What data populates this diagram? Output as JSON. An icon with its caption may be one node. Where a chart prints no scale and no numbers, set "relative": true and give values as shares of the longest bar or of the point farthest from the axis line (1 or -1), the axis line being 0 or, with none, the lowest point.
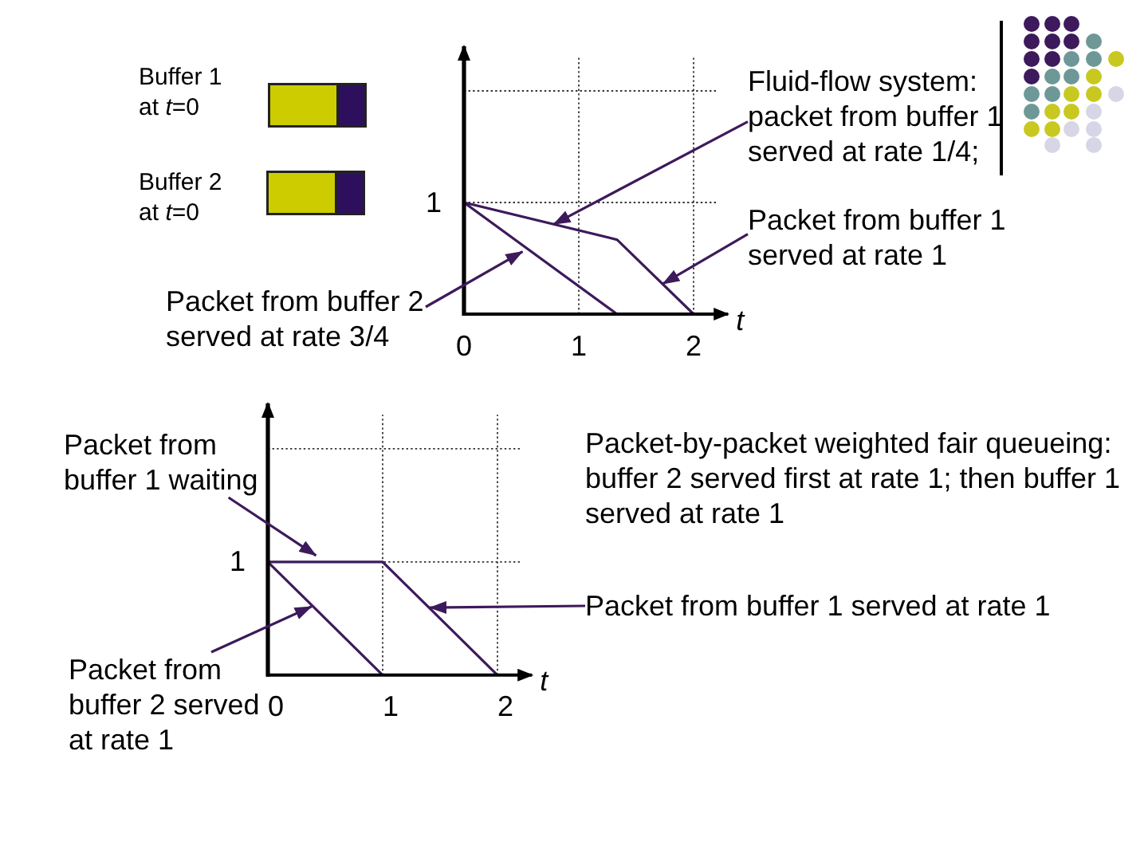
{
  "diagram": {
    "nodes": [
      {
        "text": [
          "Fluid-flow system: packet from buffer 1 served at rate 1/4;"
        ]
      },
      {
        "text": [
          "Packet from buffer 1 served at rate 1"
        ]
      },
      {
        "text": [
          "Packet from buffer 2 served at rate 3/4"
        ]
      },
      {
        "text": [
          "Packet from buffer 1 waiting"
        ]
      },
      {
        "text": [
          "Packet from buffer 1 served at rate 1"
        ]
      },
      {
        "text": [
          "Packet from buffer 2 served at rate 1"
        ]
      }
    ],
    "edges": [
      {
        "from": 0,
        "to": null,
        "arrow": "to"
      },
      {
        "from": 1,
        "to": null,
        "arrow": "to"
      },
      {
        "from": 2,
        "to": null,
        "arrow": "to"
      },
      {
        "from": 3,
        "to": null,
        "arrow": "to"
      },
      {
        "from": 4,
        "to": null,
        "arrow": "to"
      },
      {
        "from": 5,
        "to": null,
        "arrow": "to"
      }
    ],
    "labels": [
      "Buffer 1 at *t*=0",
      "Buffer 2 at *t*=0",
      "Packet-by-packet weighted fair queueing: buffer 2 served first at rate 1; then buffer 1 served at rate 1"
    ],
    "chart_data": [
      {
        "type": "line",
        "xlabel": "t",
        "x": [
          0,
          1.333,
          2
        ],
        "series": [
          {
            "color": "#3d1a5b",
            "values": [
              1,
              0,
              null
            ]
          },
          {
            "color": "#3d1a5b",
            "values": [
              1,
              0.667,
              0
            ]
          }
        ],
        "xlim": [
          0,
          2.3
        ],
        "xticks": [
          0,
          1,
          2
        ],
        "relative": true,
        "annotations": [
          "1"
        ]
      },
      {
        "type": "line",
        "xlabel": "t",
        "x": [
          0,
          1,
          2
        ],
        "series": [
          {
            "color": "#3d1a5b",
            "values": [
              1,
              0,
              null
            ]
          },
          {
            "color": "#3d1a5b",
            "values": [
              1,
              1,
              0
            ]
          }
        ],
        "xlim": [
          0,
          2.3
        ],
        "xticks": [
          0,
          1,
          2
        ],
        "relative": true,
        "annotations": [
          "1"
        ]
      }
    ]
  }
}
